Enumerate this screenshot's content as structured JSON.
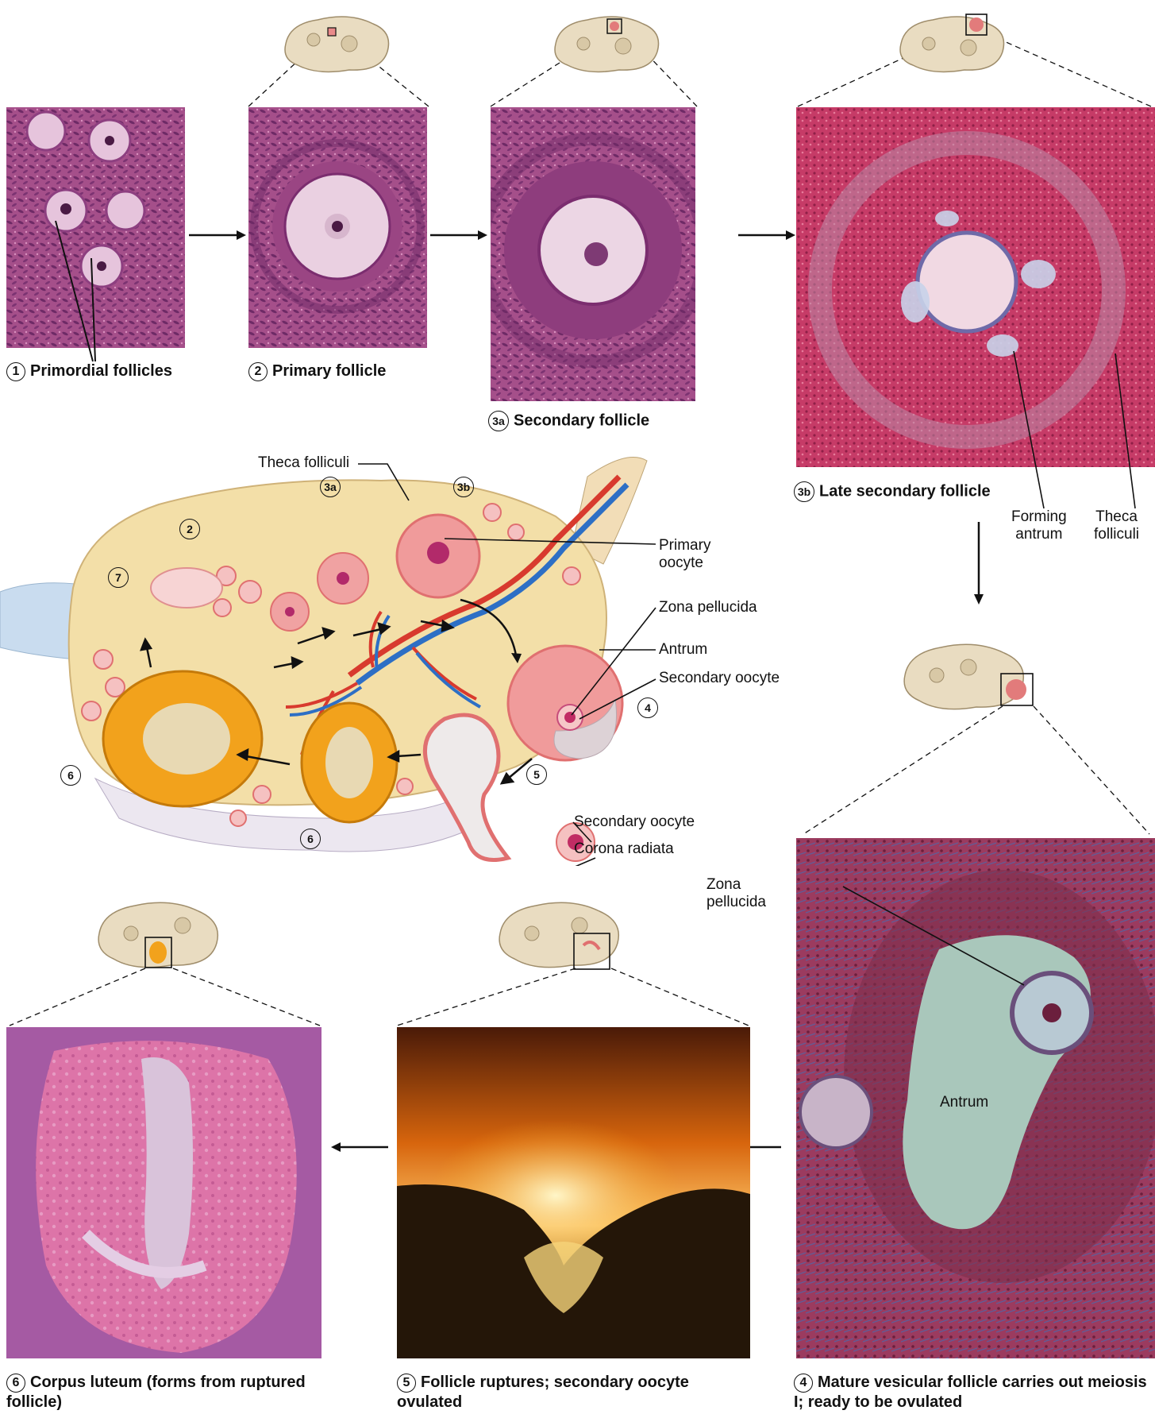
{
  "captions": {
    "primordial": "Primordial follicles",
    "primary": "Primary follicle",
    "secondary": "Secondary follicle",
    "late_secondary": "Late secondary follicle",
    "mature": "Mature vesicular follicle carries out meiosis I; ready to be ovulated",
    "rupture": "Follicle ruptures; secondary oocyte ovulated",
    "corpus": "Corpus luteum (forms from ruptured follicle)"
  },
  "steps": {
    "s1": "1",
    "s2": "2",
    "s3a": "3a",
    "s3b": "3b",
    "s4": "4",
    "s5": "5",
    "s6": "6",
    "s7": "7"
  },
  "labels": {
    "forming_antrum": "Forming\nantrum",
    "theca_folliculi": "Theca\nfolliculi",
    "theca_folliculi_diag": "Theca folliculi",
    "primary_oocyte": "Primary\noocyte",
    "zona_pellucida": "Zona pellucida",
    "antrum": "Antrum",
    "secondary_oocyte": "Secondary oocyte",
    "secondary_oocyte_2": "Secondary oocyte",
    "corona_radiata": "Corona radiata",
    "zona_pellucida_micro": "Zona\npellucida",
    "antrum_micro": "Antrum"
  },
  "colors": {
    "he_pink": "#b6588f",
    "he_purple": "#8a3f7a",
    "trichrome_red": "#b0305a",
    "ovary_tan": "#f3dfa8",
    "corpus_orange": "#f2a21c",
    "antrum_green": "#a9c7bb",
    "rupture_orange": "#e08a1a"
  }
}
